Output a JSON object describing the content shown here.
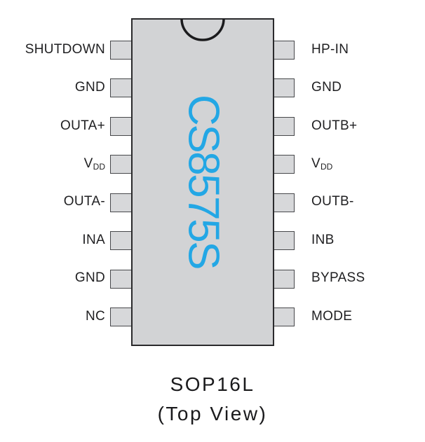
{
  "chip": {
    "part_number": "CS8575S",
    "accent_color": "#23a7e5",
    "body_color": "#d2d3d5",
    "pin_color": "#d7d8da"
  },
  "pins": {
    "left": [
      {
        "label": "SHUTDOWN"
      },
      {
        "label": "GND"
      },
      {
        "label": "OUTA+"
      },
      {
        "label": "V",
        "sub": "DD"
      },
      {
        "label": "OUTA-"
      },
      {
        "label": "INA"
      },
      {
        "label": "GND"
      },
      {
        "label": "NC"
      }
    ],
    "right": [
      {
        "label": "HP-IN"
      },
      {
        "label": "GND"
      },
      {
        "label": "OUTB+"
      },
      {
        "label": "V",
        "sub": "DD"
      },
      {
        "label": "OUTB-"
      },
      {
        "label": "INB"
      },
      {
        "label": "BYPASS"
      },
      {
        "label": "MODE"
      }
    ]
  },
  "caption": {
    "package": "SOP16L",
    "view": "(Top View)"
  }
}
